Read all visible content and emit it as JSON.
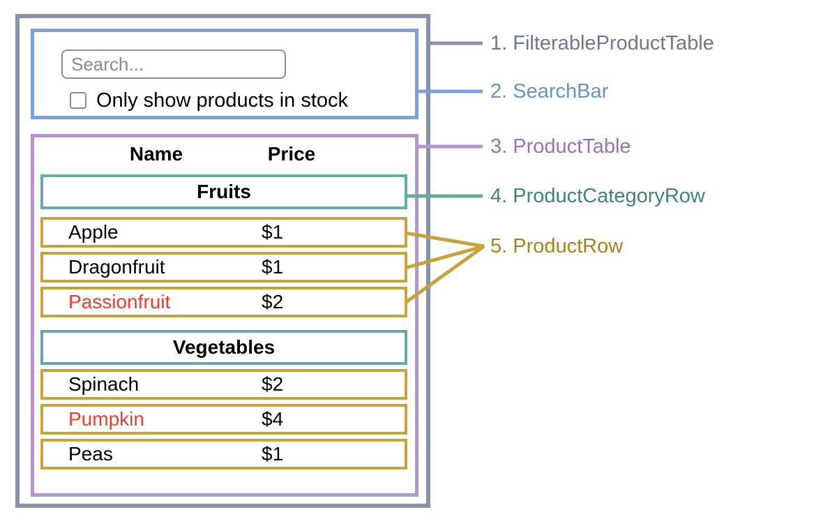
{
  "legend": [
    {
      "text": "1. FilterableProductTable",
      "color": "#6b7890"
    },
    {
      "text": "2. SearchBar",
      "color": "#6792c6"
    },
    {
      "text": "3. ProductTable",
      "color": "#9d6fb3"
    },
    {
      "text": "4. ProductCategoryRow",
      "color": "#428379"
    },
    {
      "text": "5. ProductRow",
      "color": "#a6821f"
    }
  ],
  "search_bar": {
    "placeholder": "Search...",
    "checkbox_label": "Only show products in stock",
    "checkbox_checked": false
  },
  "product_table": {
    "headers": {
      "name": "Name",
      "price": "Price"
    },
    "sections": [
      {
        "category": "Fruits",
        "rows": [
          {
            "name": "Apple",
            "price": "$1",
            "out_of_stock": false
          },
          {
            "name": "Dragonfruit",
            "price": "$1",
            "out_of_stock": false
          },
          {
            "name": "Passionfruit",
            "price": "$2",
            "out_of_stock": true
          }
        ]
      },
      {
        "category": "Vegetables",
        "rows": [
          {
            "name": "Spinach",
            "price": "$2",
            "out_of_stock": false
          },
          {
            "name": "Pumpkin",
            "price": "$4",
            "out_of_stock": true
          },
          {
            "name": "Peas",
            "price": "$1",
            "out_of_stock": false
          }
        ]
      }
    ]
  },
  "colors": {
    "filterable_product_table_border": "#8793a8",
    "search_bar_border": "#7ba2d7",
    "product_table_border": "#b795ca",
    "category_row_border": "#61ada2",
    "product_row_border": "#c8a33c",
    "out_of_stock_text": "#f23b2c"
  }
}
